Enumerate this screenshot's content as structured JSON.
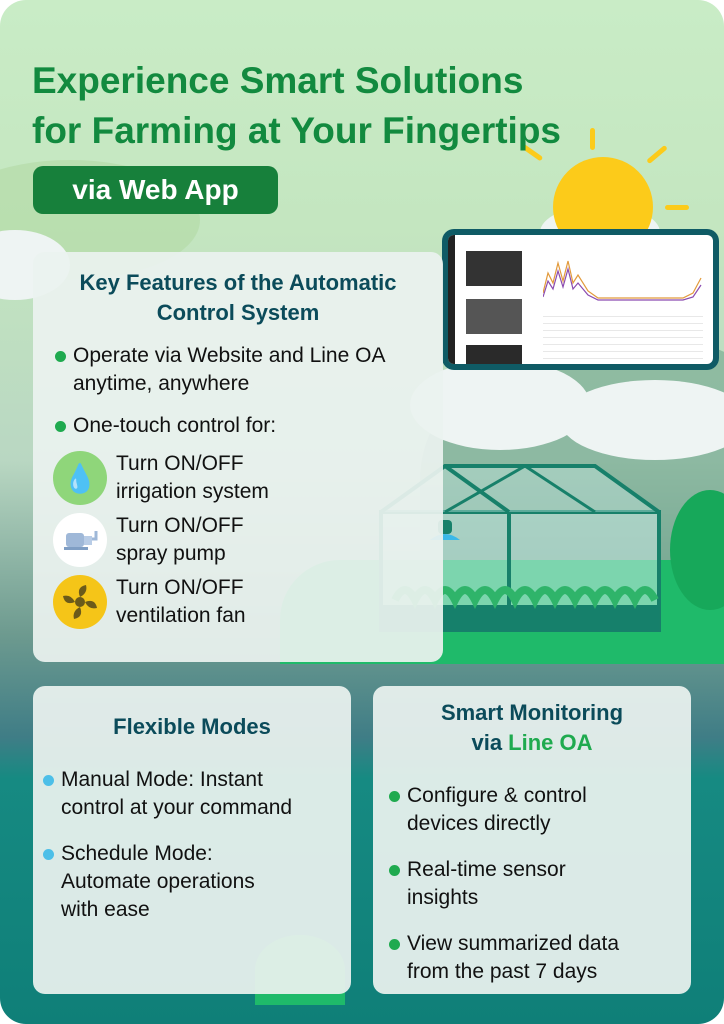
{
  "header": {
    "title_line1": "Experience Smart Solutions",
    "title_line2": "for Farming at Your Fingertips",
    "badge": "via Web App"
  },
  "features": {
    "title_line1": "Key Features of the Automatic",
    "title_line2": "Control System",
    "bullet1_line1": "Operate via Website and Line OA",
    "bullet1_line2": "anytime, anywhere",
    "bullet2": "One-touch control for:",
    "controls": [
      {
        "icon": "water-drop-icon",
        "line1": "Turn ON/OFF",
        "line2": "irrigation system"
      },
      {
        "icon": "pump-icon",
        "line1": "Turn ON/OFF",
        "line2": "spray pump"
      },
      {
        "icon": "fan-icon",
        "line1": "Turn ON/OFF",
        "line2": "ventilation fan"
      }
    ]
  },
  "modes": {
    "title": "Flexible Modes",
    "items": [
      {
        "line1": "Manual Mode: Instant",
        "line2": "control at your command"
      },
      {
        "line1": "Schedule Mode:",
        "line2": "Automate operations",
        "line3": "with ease"
      }
    ]
  },
  "monitoring": {
    "title_line1": "Smart Monitoring",
    "title_prefix": "via ",
    "title_accent": "Line OA",
    "items": [
      {
        "line1": "Configure & control",
        "line2": "devices directly"
      },
      {
        "line1": "Real-time sensor",
        "line2": "insights"
      },
      {
        "line1": "View summarized data",
        "line2": "from the past 7 days"
      }
    ]
  },
  "colors": {
    "title": "#128a3f",
    "badge": "#17803b",
    "heading": "#0b4b5a",
    "bullet": "#1faa4f",
    "bullet_blue": "#4cbfe8",
    "sun": "#fccb1a"
  }
}
